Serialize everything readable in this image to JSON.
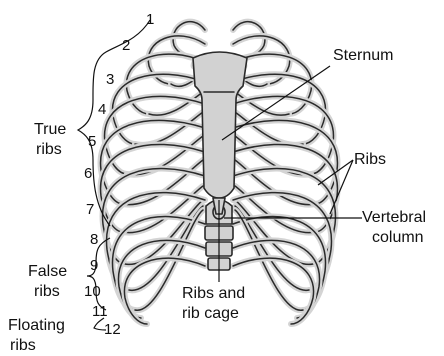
{
  "labels": {
    "sternum": "Sternum",
    "ribs": "Ribs",
    "vertebral_line1": "Vertebral",
    "vertebral_line2": "column",
    "true_ribs_line1": "True",
    "true_ribs_line2": "ribs",
    "false_ribs_line1": "False",
    "false_ribs_line2": "ribs",
    "floating_line1": "Floating",
    "floating_line2": "ribs",
    "ribcage_line1": "Ribs and",
    "ribcage_line2": "rib cage"
  },
  "rib_numbers": [
    "1",
    "2",
    "3",
    "4",
    "5",
    "6",
    "7",
    "8",
    "9",
    "10",
    "11",
    "12"
  ],
  "colors": {
    "bone": "#d2d2d2",
    "outline": "#2a2a2a"
  }
}
